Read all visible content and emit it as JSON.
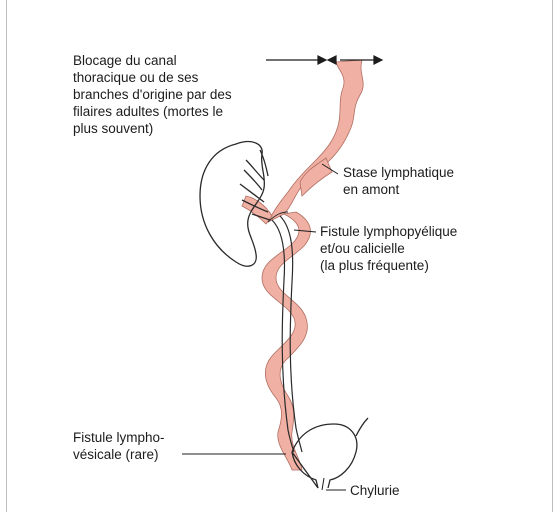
{
  "colors": {
    "lymph": "#f0b0a4",
    "outline": "#2a2a2a",
    "text": "#1c1c1c",
    "border": "#bdbdbd"
  },
  "labels": {
    "blocage": [
      "Blocage du canal",
      "thoracique ou de ses",
      "branches d'origine par des",
      "filaires adultes (mortes le",
      "plus souvent)"
    ],
    "stase": [
      "Stase lymphatique",
      "en amont"
    ],
    "fistule_pyelique": [
      "Fistule lymphopyélique",
      "et/ou calicielle",
      "(la plus fréquente)"
    ],
    "fistule_vesicale": [
      "Fistule lympho-",
      "vésicale (rare)"
    ],
    "chylurie": "Chylurie"
  }
}
